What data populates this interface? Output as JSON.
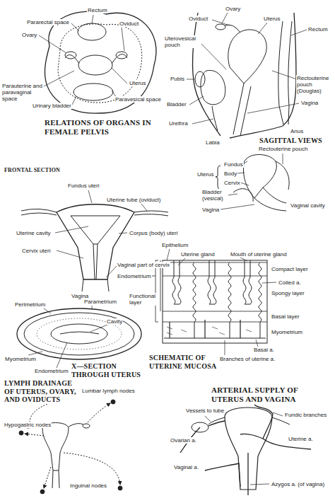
{
  "diagram": {
    "labels": [
      "Rectum",
      "Pararectal space",
      "Oviduct",
      "Ovary",
      "Uterus",
      "Parauterine and paravaginal space",
      "Paravesical space",
      "Urinary bladder",
      "RELATIONS OF ORGANS IN FEMALE PELVIS",
      "Ovary",
      "Oviduct",
      "Uterus",
      "Rectum",
      "Uterovesical pouch",
      "Rectouterine pouch (Douglas)",
      "Pubis",
      "Vagina",
      "Bladder",
      "Urethra",
      "Anus",
      "SAGITTAL VIEWS",
      "Labia",
      "Rectouterine pouch",
      "Fundus",
      "Uterus",
      "Body",
      "Cervix",
      "Bladder (vesical)",
      "Vaginal cavity",
      "Vagina",
      "FRONTAL SECTION",
      "Fundus uteri",
      "Uterine tube (oviduct)",
      "Uterine cavity",
      "Corpus (body) uteri",
      "Cervix uteri",
      "Vaginal part of cervix",
      "Vagina",
      "Perimetrium",
      "Parametrium",
      "Cavity",
      "Myometrium",
      "Endometrium",
      "X—SECTION THROUGH UTERUS",
      "Epithelium",
      "Uterine gland",
      "Mouth of uterine gland",
      "Compact layer",
      "Coiled a.",
      "Spongy layer",
      "Endometrium",
      "Functional layer",
      "Basal layer",
      "Myometrium",
      "Basal a.",
      "Branches of uterine a.",
      "SCHEMATIC OF UTERINE MUCOSA",
      "LYMPH DRAINAGE OF UTERUS, OVARY, AND OVIDUCTS",
      "Lumbar lymph nodes",
      "Hypogastric nodes",
      "Inguinal nodes",
      "ARTERIAL SUPPLY OF UTERUS AND VAGINA",
      "Vessels to tube",
      "Fundic branches",
      "Ovarian a.",
      "Uterine a.",
      "Vaginal a.",
      "Azygos a. (of vagina)"
    ]
  }
}
